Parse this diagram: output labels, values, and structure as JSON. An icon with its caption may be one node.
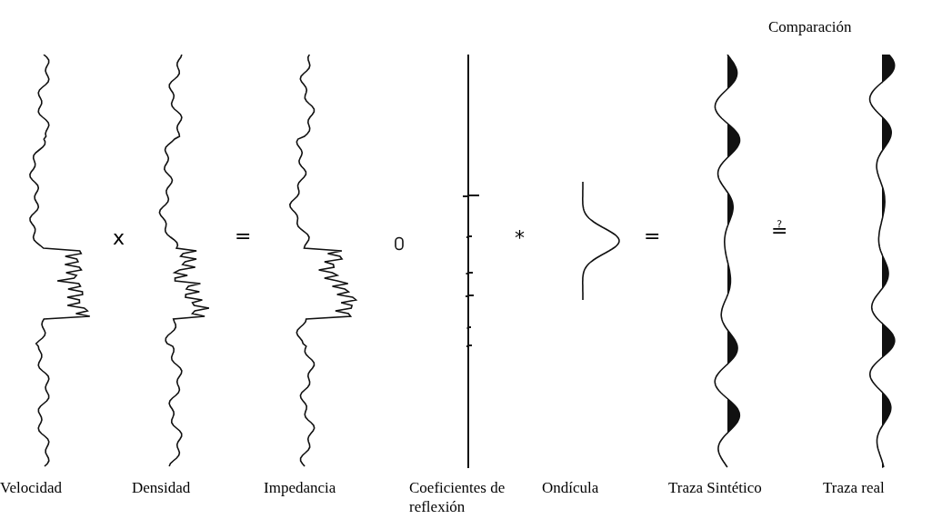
{
  "diagram": {
    "nodes": [
      {
        "text": [
          "Velocidad"
        ]
      },
      {
        "text": [
          "Densidad"
        ]
      },
      {
        "text": [
          "Impedancia"
        ]
      },
      {
        "text": [
          "Coeficientes de reflexión"
        ]
      },
      {
        "text": [
          "Ondícula"
        ]
      },
      {
        "text": [
          "Traza Sintético"
        ]
      },
      {
        "text": [
          "Traza real"
        ]
      }
    ],
    "labels": [
      "Comparación",
      "x",
      "=",
      "*",
      "=",
      "≟"
    ]
  }
}
